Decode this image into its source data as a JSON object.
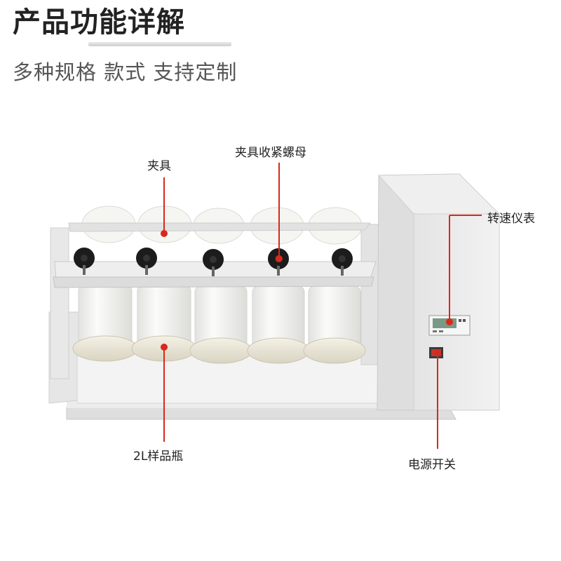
{
  "header": {
    "title": "产品功能详解",
    "subtitle": "多种规格 款式 支持定制"
  },
  "callouts": {
    "clamp": "夹具",
    "clamp_nut": "夹具收紧螺母",
    "speed_meter": "转速仪表",
    "sample_bottle": "2L样品瓶",
    "power_switch": "电源开关"
  },
  "colors": {
    "accent": "#d9281e",
    "frame": "#e9e9e9",
    "bottle": "#f7f7f5",
    "knob": "#1c1c1c"
  }
}
